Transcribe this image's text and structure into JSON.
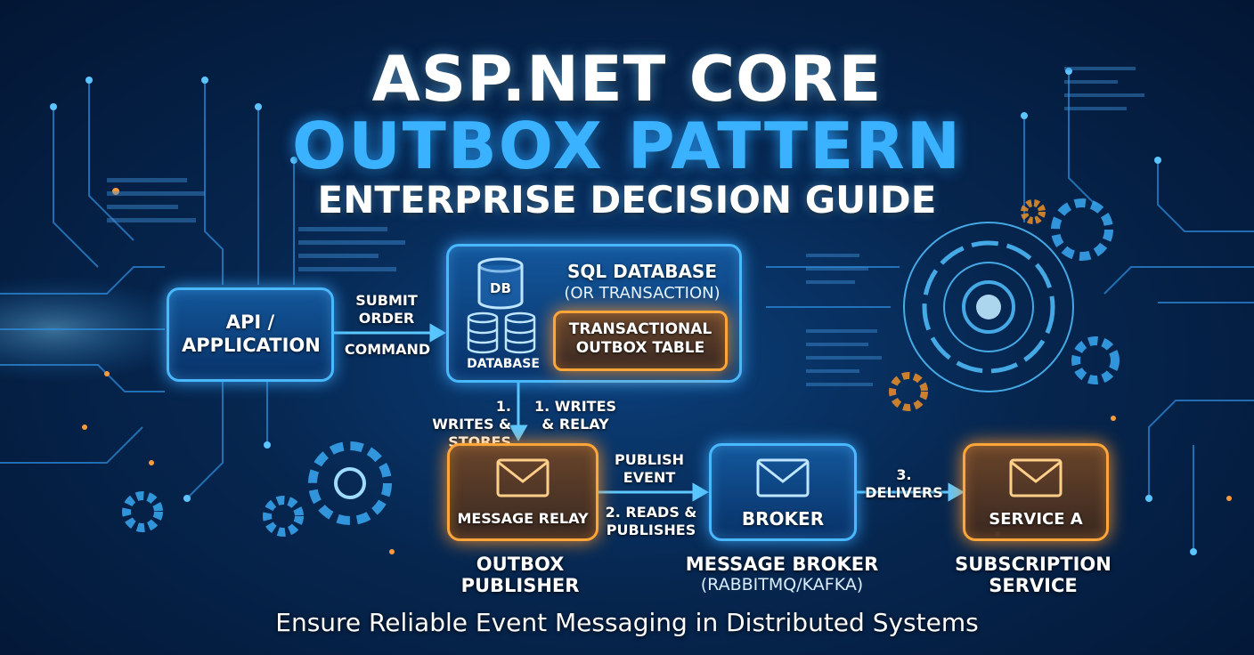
{
  "title": {
    "line1": "ASP.NET CORE",
    "line2": "OUTBOX PATTERN",
    "line3": "ENTERPRISE DECISION GUIDE"
  },
  "nodes": {
    "api": {
      "label": "API / APPLICATION"
    },
    "database": {
      "title": "SQL DATABASE",
      "subtitle": "(OR TRANSACTION)",
      "db_badge": "DB",
      "db_caption": "DATABASE",
      "outbox_table": "TRANSACTIONAL OUTBOX TABLE"
    },
    "relay": {
      "label": "MESSAGE RELAY",
      "caption": "OUTBOX PUBLISHER"
    },
    "broker": {
      "label": "BROKER",
      "caption": "MESSAGE BROKER",
      "caption_sub": "(RABBITMQ/KAFKA)"
    },
    "service": {
      "label": "SERVICE A",
      "caption": "SUBSCRIPTION SERVICE"
    }
  },
  "edges": {
    "submit_order": "SUBMIT ORDER",
    "command": "COMMAND",
    "writes_stores": "1. WRITES & STORES",
    "writes_relay": "1. WRITES & RELAY",
    "publish_event": "PUBLISH EVENT",
    "reads_publishes": "2. READS & PUBLISHES",
    "delivers": "3. DELIVERS"
  },
  "footer": "Ensure Reliable Event Messaging in Distributed Systems",
  "colors": {
    "accent_blue": "#49b8ff",
    "accent_orange": "#ffa63a",
    "title_blue": "#3ab2ff",
    "background": "#06264f"
  }
}
